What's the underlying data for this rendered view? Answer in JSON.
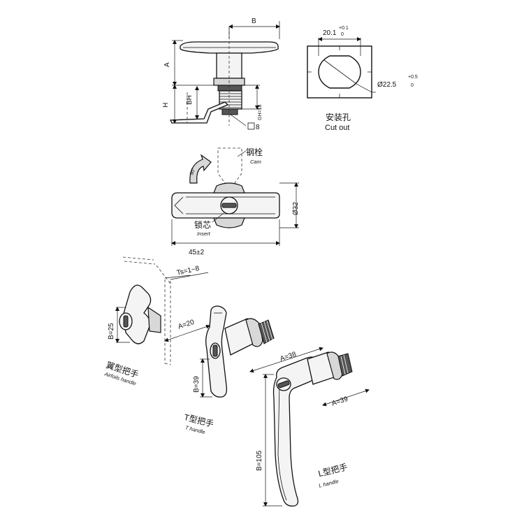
{
  "top_view": {
    "dim_b": "B",
    "dim_a": "A",
    "dim_h": "H",
    "dim_bh": "BH",
    "dim_gh": "GH=18",
    "square_drive": "8"
  },
  "cutout": {
    "width_value": "20.1",
    "width_tol_upper": "+0.1",
    "width_tol_lower": "0",
    "diameter_value": "Ø22.5",
    "diameter_tol_upper": "+0.5",
    "diameter_tol_lower": "0",
    "label_cn": "安装孔",
    "label_en": "Cut out"
  },
  "front_view": {
    "rotation": "90°",
    "cam_cn": "钢栓",
    "cam_en": "Cam",
    "insert_cn": "锁芯",
    "insert_en": "Insert",
    "diameter": "Ø32",
    "width": "45±2"
  },
  "handles": {
    "ts": "Ts=1~8",
    "airfoil": {
      "b": "B=25",
      "a": "A=20",
      "name_cn": "翼型把手",
      "name_en": "Airfoils handle"
    },
    "t_handle": {
      "b": "B=39",
      "name_cn": "T型把手",
      "name_en": "T handle"
    },
    "l_handle": {
      "a1": "A=38",
      "a2": "A=39",
      "b": "B=105",
      "name_cn": "L型把手",
      "name_en": "L handle"
    }
  }
}
